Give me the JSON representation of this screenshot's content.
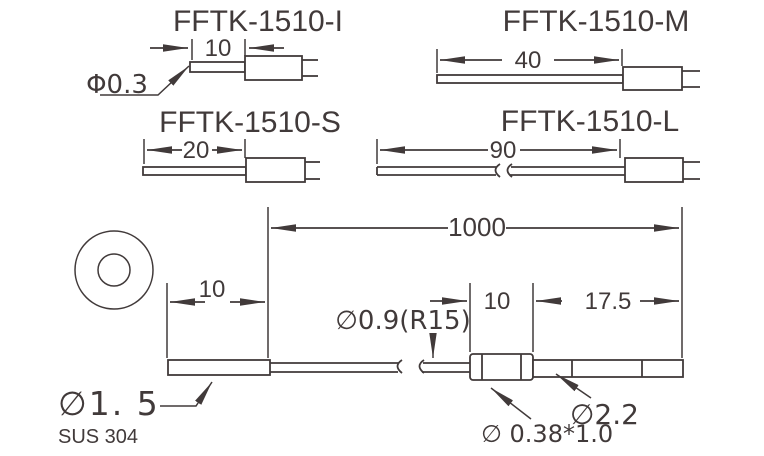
{
  "drawing": {
    "background": "#ffffff",
    "line_color": "#413a3a",
    "variants": [
      {
        "title": "FFTK-1510-I",
        "tip_length": "10"
      },
      {
        "title": "FFTK-1510-M",
        "tip_length": "40"
      },
      {
        "title": "FFTK-1510-S",
        "tip_length": "20"
      },
      {
        "title": "FFTK-1510-L",
        "tip_length": "90"
      }
    ],
    "labels": {
      "tip_diameter": "Φ0.3",
      "overall_length": "1000",
      "sleeve_length": "10",
      "bend_radius": "∅0.9(R15)",
      "crimp_length": "10",
      "end_length": "17.5",
      "sleeve_diameter": "∅1. 5",
      "material": "SUS 304",
      "crimp_size": "∅ 0.38*1.0",
      "cable_diameter": "∅2.2"
    }
  }
}
